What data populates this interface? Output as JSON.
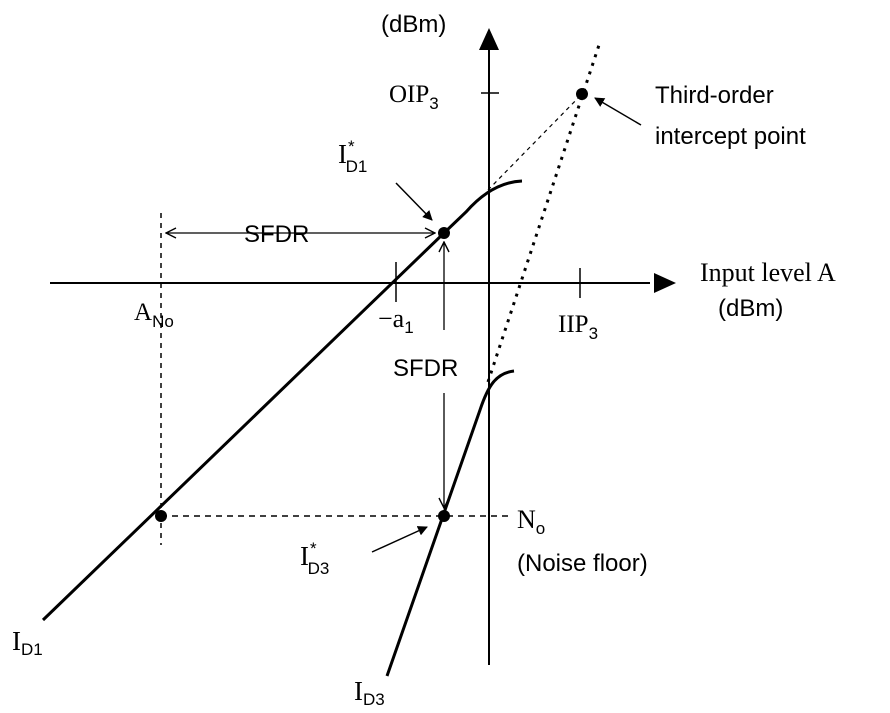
{
  "axes": {
    "y_unit": "(dBm)",
    "x_label": "Input level A",
    "x_unit": "(dBm)"
  },
  "axis_marks": {
    "oip3_main": "OIP",
    "oip3_sub": "3",
    "iip3_main": "IIP",
    "iip3_sub": "3",
    "a1_main": "−a",
    "a1_sub": "1",
    "ano_main": "A",
    "ano_sub": "No"
  },
  "curves": {
    "id1_main": "I",
    "id1_sub": "D1",
    "id3_main": "I",
    "id3_sub": "D3"
  },
  "points": {
    "id1_star_main": "I",
    "id1_star_sup": "*",
    "id1_star_sub": "D1",
    "id3_star_main": "I",
    "id3_star_sup": "*",
    "id3_star_sub": "D3"
  },
  "annotations": {
    "sfdr_horizontal": "SFDR",
    "sfdr_vertical": "SFDR",
    "intercept_line1": "Third-order",
    "intercept_line2": "intercept point",
    "noise_main": "N",
    "noise_sub": "o",
    "noise_label": "(Noise floor)"
  },
  "colors": {
    "ink": "#000000",
    "background": "#ffffff"
  }
}
